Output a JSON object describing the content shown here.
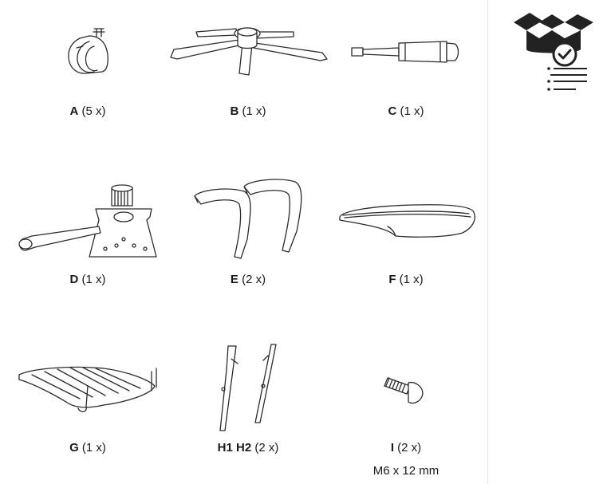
{
  "parts": [
    {
      "id": "A",
      "qty": "(5 x)"
    },
    {
      "id": "B",
      "qty": "(1 x)"
    },
    {
      "id": "C",
      "qty": "(1 x)"
    },
    {
      "id": "D",
      "qty": "(1 x)"
    },
    {
      "id": "E",
      "qty": "(2 x)"
    },
    {
      "id": "F",
      "qty": "(1 x)"
    },
    {
      "id": "G",
      "qty": "(1 x)"
    },
    {
      "id": "H1 H2",
      "qty": "(2 x)"
    },
    {
      "id": "I",
      "qty": "(2 x)",
      "note": "M6 x 12 mm"
    }
  ],
  "icon": {
    "name": "package-checklist-icon"
  }
}
